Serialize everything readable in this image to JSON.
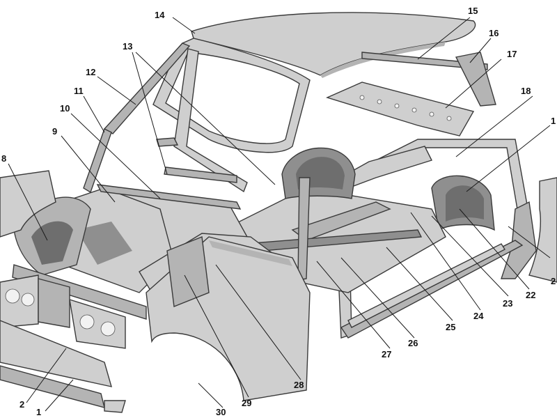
{
  "diagram": {
    "labels": [
      {
        "id": "lbl-1",
        "text": "1"
      },
      {
        "id": "lbl-2",
        "text": "2"
      },
      {
        "id": "lbl-8",
        "text": "8"
      },
      {
        "id": "lbl-9",
        "text": "9"
      },
      {
        "id": "lbl-10",
        "text": "10"
      },
      {
        "id": "lbl-11",
        "text": "11"
      },
      {
        "id": "lbl-12",
        "text": "12"
      },
      {
        "id": "lbl-13",
        "text": "13"
      },
      {
        "id": "lbl-14",
        "text": "14"
      },
      {
        "id": "lbl-15",
        "text": "15"
      },
      {
        "id": "lbl-16",
        "text": "16"
      },
      {
        "id": "lbl-17",
        "text": "17"
      },
      {
        "id": "lbl-18",
        "text": "18"
      },
      {
        "id": "lbl-19",
        "text": "1"
      },
      {
        "id": "lbl-20",
        "text": "2"
      },
      {
        "id": "lbl-22",
        "text": "22"
      },
      {
        "id": "lbl-23",
        "text": "23"
      },
      {
        "id": "lbl-24",
        "text": "24"
      },
      {
        "id": "lbl-25",
        "text": "25"
      },
      {
        "id": "lbl-26",
        "text": "26"
      },
      {
        "id": "lbl-27",
        "text": "27"
      },
      {
        "id": "lbl-28",
        "text": "28"
      },
      {
        "id": "lbl-29",
        "text": "29"
      },
      {
        "id": "lbl-30",
        "text": "30"
      }
    ]
  }
}
